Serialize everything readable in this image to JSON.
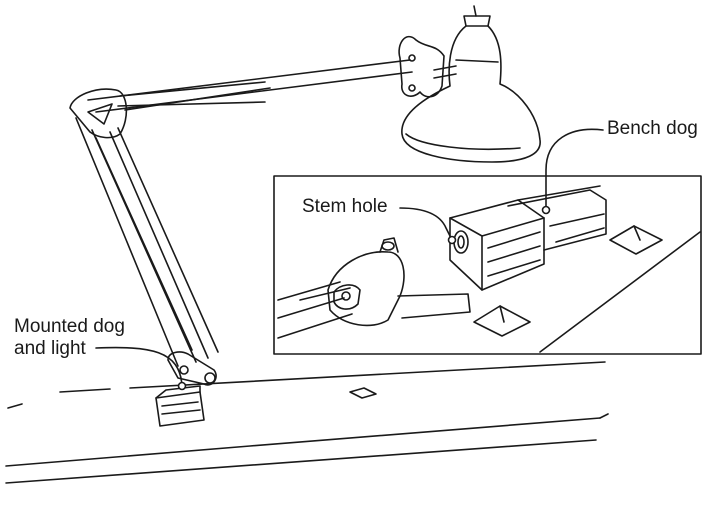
{
  "labels": {
    "bench_dog": "Bench dog",
    "stem_hole": "Stem hole",
    "mounted_line1": "Mounted dog",
    "mounted_line2": "and light"
  },
  "colors": {
    "ink": "#1a1a1a",
    "paper": "#ffffff"
  }
}
